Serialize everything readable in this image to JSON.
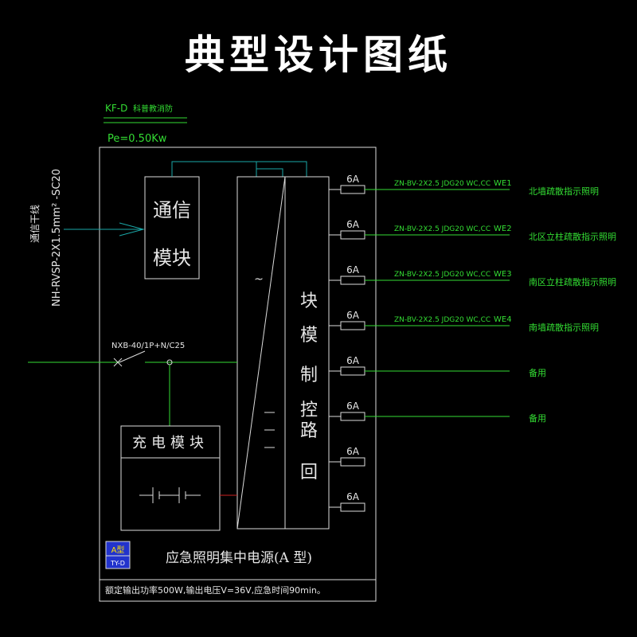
{
  "title": "典型设计图纸",
  "header": {
    "panel_code": "KF-D",
    "panel_note": "科普教消防",
    "power": "Pe=0.50Kw"
  },
  "left": {
    "cable": "NH-RVSP-2X1.5mm² -SC20",
    "comm_line": "通信干线",
    "breaker": "NXB-40/1P+N/C25"
  },
  "modules": {
    "comm": [
      "通信",
      "模块"
    ],
    "charge": "充电模块",
    "control": [
      "回",
      "路",
      "控",
      "制",
      "模",
      "块"
    ],
    "ac_symbol": "~",
    "dc_symbol": "="
  },
  "circuits": [
    {
      "fuse": "6A",
      "cable": "ZN-BV-2X2.5 JDG20 WC,CC",
      "id": "WE1",
      "desc": "北墙疏散指示照明"
    },
    {
      "fuse": "6A",
      "cable": "ZN-BV-2X2.5 JDG20 WC,CC",
      "id": "WE2",
      "desc": "北区立柱疏散指示照明"
    },
    {
      "fuse": "6A",
      "cable": "ZN-BV-2X2.5 JDG20 WC,CC",
      "id": "WE3",
      "desc": "南区立柱疏散指示照明"
    },
    {
      "fuse": "6A",
      "cable": "ZN-BV-2X2.5 JDG20 WC,CC",
      "id": "WE4",
      "desc": "南墙疏散指示照明"
    },
    {
      "fuse": "6A",
      "cable": "",
      "id": "",
      "desc": "备用"
    },
    {
      "fuse": "6A",
      "cable": "",
      "id": "",
      "desc": "备用"
    },
    {
      "fuse": "6A",
      "cable": "",
      "id": "",
      "desc": ""
    },
    {
      "fuse": "6A",
      "cable": "",
      "id": "",
      "desc": ""
    }
  ],
  "footer": {
    "badge_top": "A型",
    "badge_bottom": "TY-D",
    "name": "应急照明集中电源(A 型)",
    "spec": "额定输出功率500W,输出电压V=36V,应急时间90min。"
  },
  "colors": {
    "background": "#000000",
    "line": "#dcdcdc",
    "green": "#33dd33",
    "cyan": "#1aa7a7",
    "red": "#cc2222",
    "blue": "#2233cc",
    "yellow": "#ffe000"
  }
}
